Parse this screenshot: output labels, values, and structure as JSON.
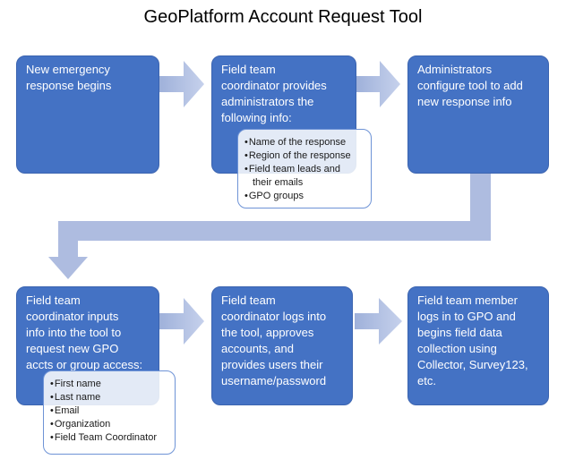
{
  "title": "GeoPlatform Account Request Tool",
  "colors": {
    "title_color": "#000000",
    "box_fill": "#4472C4",
    "box_border": "#3B64B0",
    "box_text": "#FFFFFF",
    "connector_fill": "#AEBCE0",
    "arrow_grad_start": "#9FB1DA",
    "arrow_grad_end": "#C6D1EC",
    "callout_fill": "rgba(255,255,255,0.85)",
    "callout_border": "#6E93D6",
    "callout_text": "#1A1A1A"
  },
  "steps": [
    "New emergency\nresponse begins",
    "Field team\ncoordinator provides\nadministrators the\nfollowing info:",
    "Administrators\nconfigure tool to add\nnew response info",
    "Field team\ncoordinator inputs\ninfo into the tool to\nrequest new GPO\naccts or group access:",
    "Field team\ncoordinator logs into\nthe tool, approves\naccounts, and\nprovides users their\nusername/password",
    "Field team member\nlogs in to GPO and\nbegins field data\ncollection using\nCollector, Survey123,\netc."
  ],
  "callouts": [
    {
      "items": [
        "Name of the response",
        "Region of the response",
        "Field team leads and\ntheir emails",
        "GPO groups"
      ]
    },
    {
      "items": [
        "First name",
        "Last name",
        "Email",
        "Organization",
        "Field Team Coordinator"
      ]
    }
  ]
}
